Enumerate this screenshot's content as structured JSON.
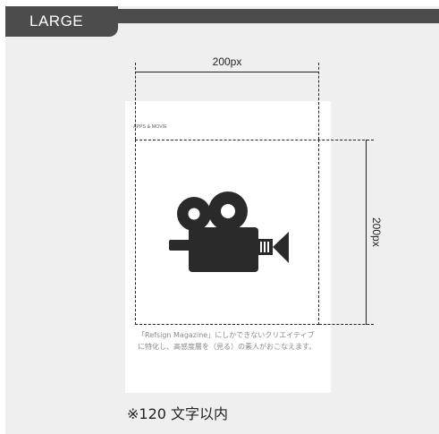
{
  "tab": {
    "label": "LARGE"
  },
  "dimensions": {
    "width_label": "200px",
    "height_label": "200px"
  },
  "card": {
    "tag": "APPS & MOVIE",
    "icon": "movie-camera-icon",
    "text": "「Refsign Magazine」にしかできないクリエイティブに特化し、高感度層を（見る）の素人がおこなえます。"
  },
  "footnote": "※120 文字以内",
  "colors": {
    "tab_bg": "#4c4c4c",
    "panel_bg": "#efefef",
    "icon": "#2a2a2a"
  }
}
